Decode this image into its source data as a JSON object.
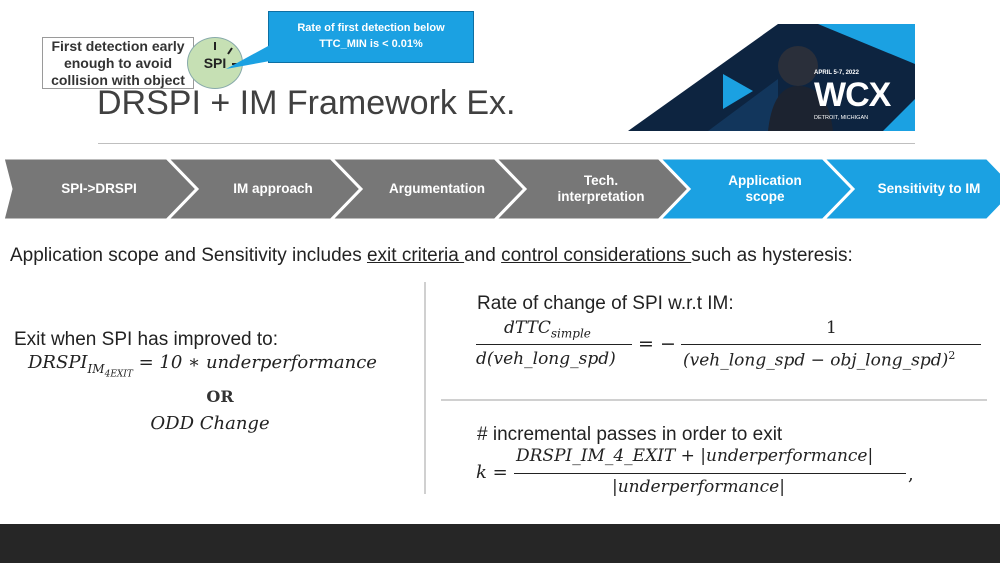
{
  "callout_left": {
    "line1": "First detection early",
    "line2": "enough to avoid",
    "line3": "collision with object"
  },
  "gauge_label": "SPI",
  "callout_top": {
    "line1": "Rate of first detection below",
    "line2": "TTC_MIN is < 0.01%"
  },
  "title": "DRSPI + IM Framework Ex.",
  "banner": {
    "date": "APRIL 5-7, 2022",
    "logo": "WCX",
    "location": "DETROIT, MICHIGAN",
    "colors": {
      "bg": "#0d2440",
      "accent": "#1ba1e2"
    }
  },
  "process": {
    "steps": [
      {
        "label1": "SPI->DRSPI",
        "label2": "",
        "color": "#777777"
      },
      {
        "label1": "IM approach",
        "label2": "",
        "color": "#777777"
      },
      {
        "label1": "Argumentation",
        "label2": "",
        "color": "#777777"
      },
      {
        "label1": "Tech.",
        "label2": "interpretation",
        "color": "#777777"
      },
      {
        "label1": "Application",
        "label2": "scope",
        "color": "#1ba1e2"
      },
      {
        "label1": "Sensitivity to IM",
        "label2": "",
        "color": "#1ba1e2"
      }
    ]
  },
  "intro": {
    "part1": "Application scope and Sensitivity includes ",
    "link1": "exit criteria ",
    "part2": "and ",
    "link2": "control considerations ",
    "part3": "such as hysteresis:"
  },
  "exit": {
    "label": "Exit when SPI has improved to:",
    "eq_lhs": "DRSPI",
    "eq_sub": "IM",
    "eq_subsub": "4",
    "eq_sub2": "EXIT",
    "eq_rhs": " = 10 ∗ underperformance",
    "or": "OR",
    "odd": "ODD Change"
  },
  "rate": {
    "label": "Rate of change of SPI w.r.t IM:",
    "num_left": "dTTC",
    "num_left_sub": "simple",
    "den_left": "d(veh_long_spd)",
    "equals": "= −",
    "num_right": "1",
    "den_right": "(veh_long_spd − obj_long_spd)",
    "den_right_exp": "2"
  },
  "passes": {
    "label": "# incremental passes in order to exit",
    "k": "k =",
    "num": "DRSPI_IM_4_EXIT + |underperformance|",
    "den": "|underperformance|",
    "trail": ","
  }
}
